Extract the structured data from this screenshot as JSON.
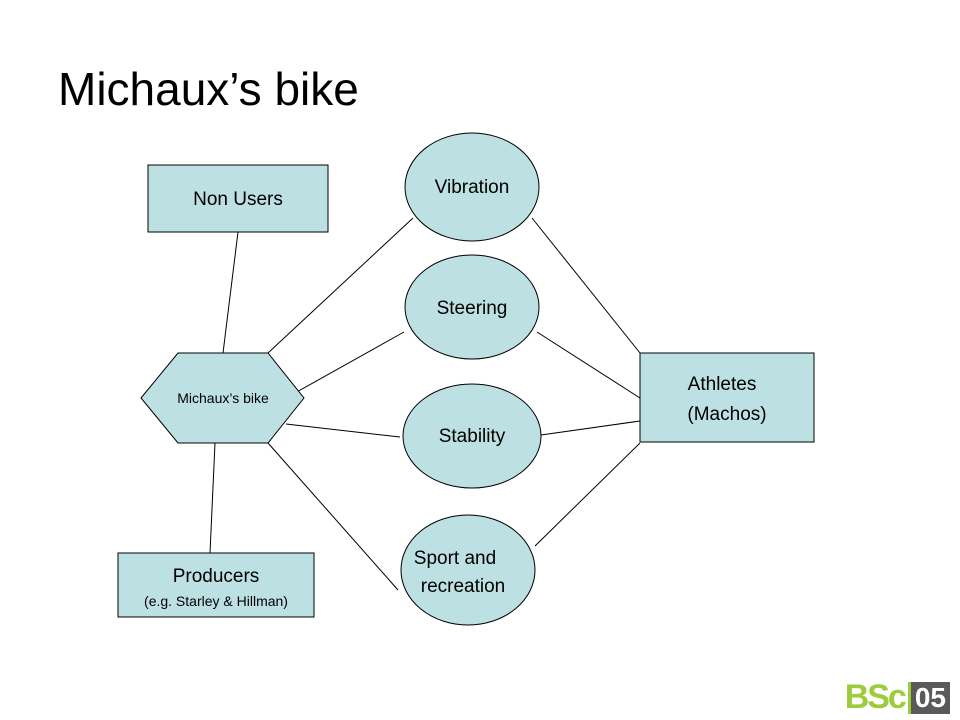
{
  "slide": {
    "title": "Michaux’s bike"
  },
  "diagram": {
    "center": {
      "label": "Michaux’s bike"
    },
    "non_users": {
      "label": "Non Users"
    },
    "producers": {
      "line1": "Producers",
      "line2": "(e.g. Starley & Hillman)"
    },
    "athletes": {
      "line1": "Athletes",
      "line2": "(Machos)"
    },
    "problems": [
      {
        "label": "Vibration"
      },
      {
        "label": "Steering"
      },
      {
        "label": "Stability"
      },
      {
        "line1": "Sport and",
        "line2": "recreation"
      }
    ]
  },
  "logo": {
    "text": "BSc",
    "year": "05"
  },
  "colors": {
    "box_fill": "#bde0e3",
    "ellipse_fill": "#bde0e3",
    "stroke": "#000000",
    "logo_green": "#9ccb3b",
    "logo_gray": "#5a5a5a"
  }
}
